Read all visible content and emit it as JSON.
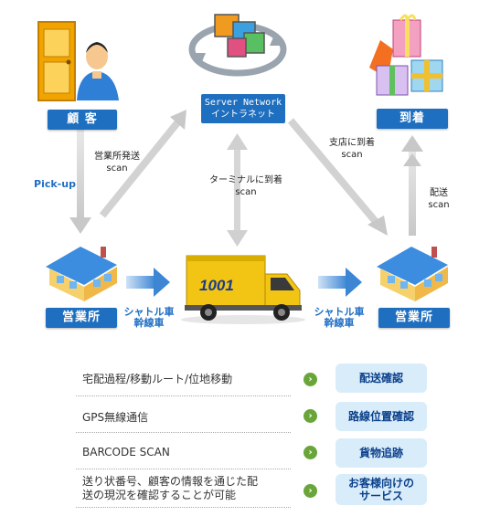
{
  "nodes": {
    "customer": "顧 客",
    "server": [
      "Server Network",
      "イントラネット"
    ],
    "arrival": "到着",
    "office_left": "営業所",
    "office_right": "営業所"
  },
  "notes": {
    "pickup": "Pick-up",
    "send_scan": [
      "営業所発送",
      "scan"
    ],
    "terminal_scan": [
      "ターミナルに到着",
      "scan"
    ],
    "branch_scan": [
      "支店に到着",
      "scan"
    ],
    "delivery_scan": [
      "配送",
      "scan"
    ],
    "shuttle_left": [
      "シャトル車",
      "幹線車"
    ],
    "shuttle_right": [
      "シャトル車",
      "幹線車"
    ]
  },
  "truck_number": "1001",
  "features": [
    {
      "text": [
        "宅配過程/移動ルート/位地移動"
      ],
      "button": [
        "配送確認"
      ]
    },
    {
      "text": [
        "GPS無線通信"
      ],
      "button": [
        "路線位置確認"
      ]
    },
    {
      "text": [
        "BARCODE SCAN"
      ],
      "button": [
        "貨物追跡"
      ]
    },
    {
      "text": [
        "送り状番号、顧客の情報を通じた配",
        "送の現況を確認することが可能"
      ],
      "button": [
        "お客様向けの",
        "サービス"
      ]
    }
  ],
  "go_icon": "›",
  "colors": {
    "accent": "#1e6fc0",
    "arrow_gray": "#cfcfcf",
    "arrow_blue": "#4a90d9",
    "button_bg": "#d9ecfa",
    "go_green": "#6aa53a"
  }
}
